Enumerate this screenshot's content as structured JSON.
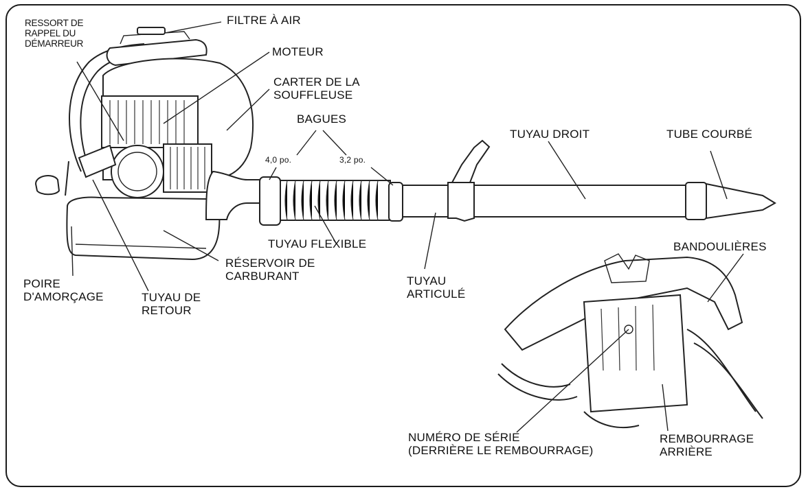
{
  "labels": {
    "starter_spring": "RESSORT DE\nRAPPEL DU\nDÉMARREUR",
    "air_filter": "FILTRE À AIR",
    "engine": "MOTEUR",
    "blower_housing": "CARTER DE LA\nSOUFFLEUSE",
    "rings": "BAGUES",
    "ring_size_1": "4,0 po.",
    "ring_size_2": "3,2 po.",
    "straight_tube": "TUYAU DROIT",
    "curved_tube": "TUBE COURBÉ",
    "flex_tube": "TUYAU FLEXIBLE",
    "fuel_tank": "RÉSERVOIR DE\nCARBURANT",
    "primer_bulb": "POIRE\nD'AMORÇAGE",
    "return_tube": "TUYAU DE\nRETOUR",
    "swivel_tube": "TUYAU\nARTICULÉ",
    "shoulder_straps": "BANDOULIÈRES",
    "serial_number": "NUMÉRO DE SÉRIE\n(DERRIÈRE LE REMBOURRAGE)",
    "back_pad": "REMBOURRAGE\nARRIÈRE"
  }
}
